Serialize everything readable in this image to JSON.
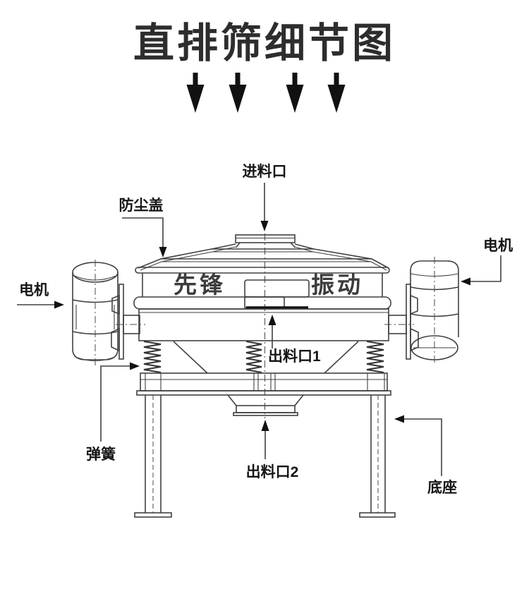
{
  "title": "直排筛细节图",
  "colors": {
    "background": "#ffffff",
    "line": "#404040",
    "label_text": "#151515",
    "title_text": "#2d2d2d",
    "arrow_fill": "#111111"
  },
  "header_arrows": {
    "count": 4
  },
  "machine": {
    "brand_left": "先锋",
    "brand_right": "振动"
  },
  "labels": {
    "feed_inlet": "进料口",
    "dust_cover": "防尘盖",
    "motor_left": "电机",
    "motor_right": "电机",
    "outlet_1": "出料口1",
    "spring": "弹簧",
    "outlet_2": "出料口2",
    "base": "底座"
  }
}
